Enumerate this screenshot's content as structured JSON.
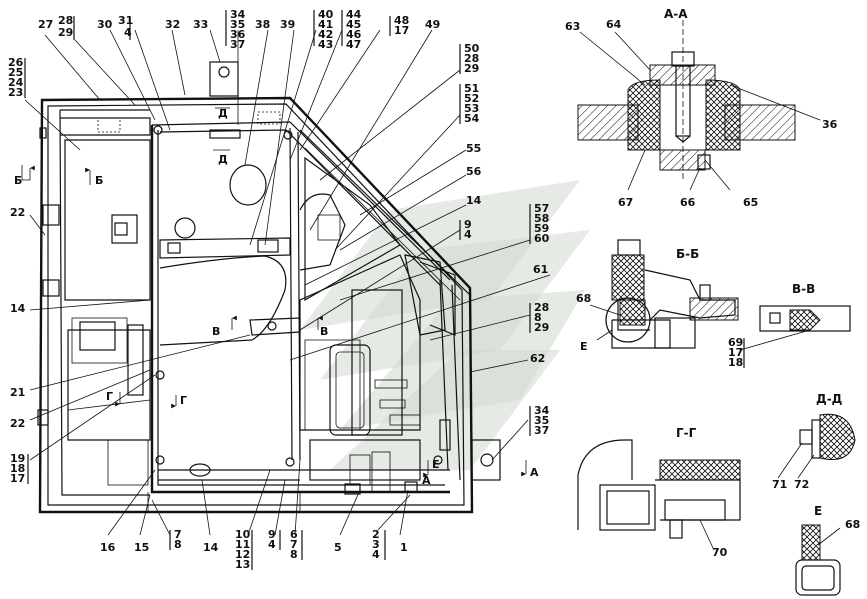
{
  "sections": {
    "aa": "А-А",
    "bb": "Б-Б",
    "vv": "В-В",
    "gg": "Г-Г",
    "dd": "Д-Д",
    "e": "Е"
  },
  "cut_marks": {
    "b1": "Б",
    "b2": "Б",
    "d1": "Д",
    "d2": "Д",
    "v1": "В",
    "v2": "В",
    "g1": "Г",
    "g2": "Г",
    "a1": "А",
    "a2": "А",
    "e_main": "Е",
    "e_bb": "Е"
  },
  "labels": {
    "l27": "27",
    "l28": "28",
    "l29": "29",
    "l30": "30",
    "l31": "31",
    "l4a": "4",
    "l32": "32",
    "l33": "33",
    "g34": [
      "34",
      "35",
      "36",
      "37"
    ],
    "l38": "38",
    "l39": "39",
    "g40": [
      "40",
      "41",
      "42",
      "43"
    ],
    "g44": [
      "44",
      "45",
      "46",
      "47"
    ],
    "g48": [
      "48",
      "17"
    ],
    "l49": "49",
    "g50": [
      "50",
      "28",
      "29"
    ],
    "g51": [
      "51",
      "52",
      "53",
      "54"
    ],
    "l55": "55",
    "l56": "56",
    "l14a": "14",
    "g9": [
      "9",
      "4"
    ],
    "g57": [
      "57",
      "58",
      "59",
      "60"
    ],
    "l61": "61",
    "g28b": [
      "28",
      "8",
      "29"
    ],
    "l62": "62",
    "g34b": [
      "34",
      "35",
      "37"
    ],
    "g26": [
      "26",
      "25",
      "24",
      "23"
    ],
    "l22a": "22",
    "l14b": "14",
    "l21": "21",
    "l22b": "22",
    "g19": [
      "19",
      "18",
      "17"
    ],
    "l16": "16",
    "l15": "15",
    "g7": [
      "7",
      "8"
    ],
    "l14c": "14",
    "g10": [
      "10",
      "11",
      "12",
      "13"
    ],
    "g9b": [
      "9",
      "4"
    ],
    "g6": [
      "6",
      "7",
      "8"
    ],
    "l5": "5",
    "g2": [
      "2",
      "3",
      "4"
    ],
    "l1": "1",
    "l63": "63",
    "l64": "64",
    "l36": "36",
    "l67": "67",
    "l66": "66",
    "l65": "65",
    "l68": "68",
    "g69": [
      "69",
      "17",
      "18"
    ],
    "l71": "71",
    "l72": "72",
    "l70": "70",
    "l68b": "68"
  }
}
